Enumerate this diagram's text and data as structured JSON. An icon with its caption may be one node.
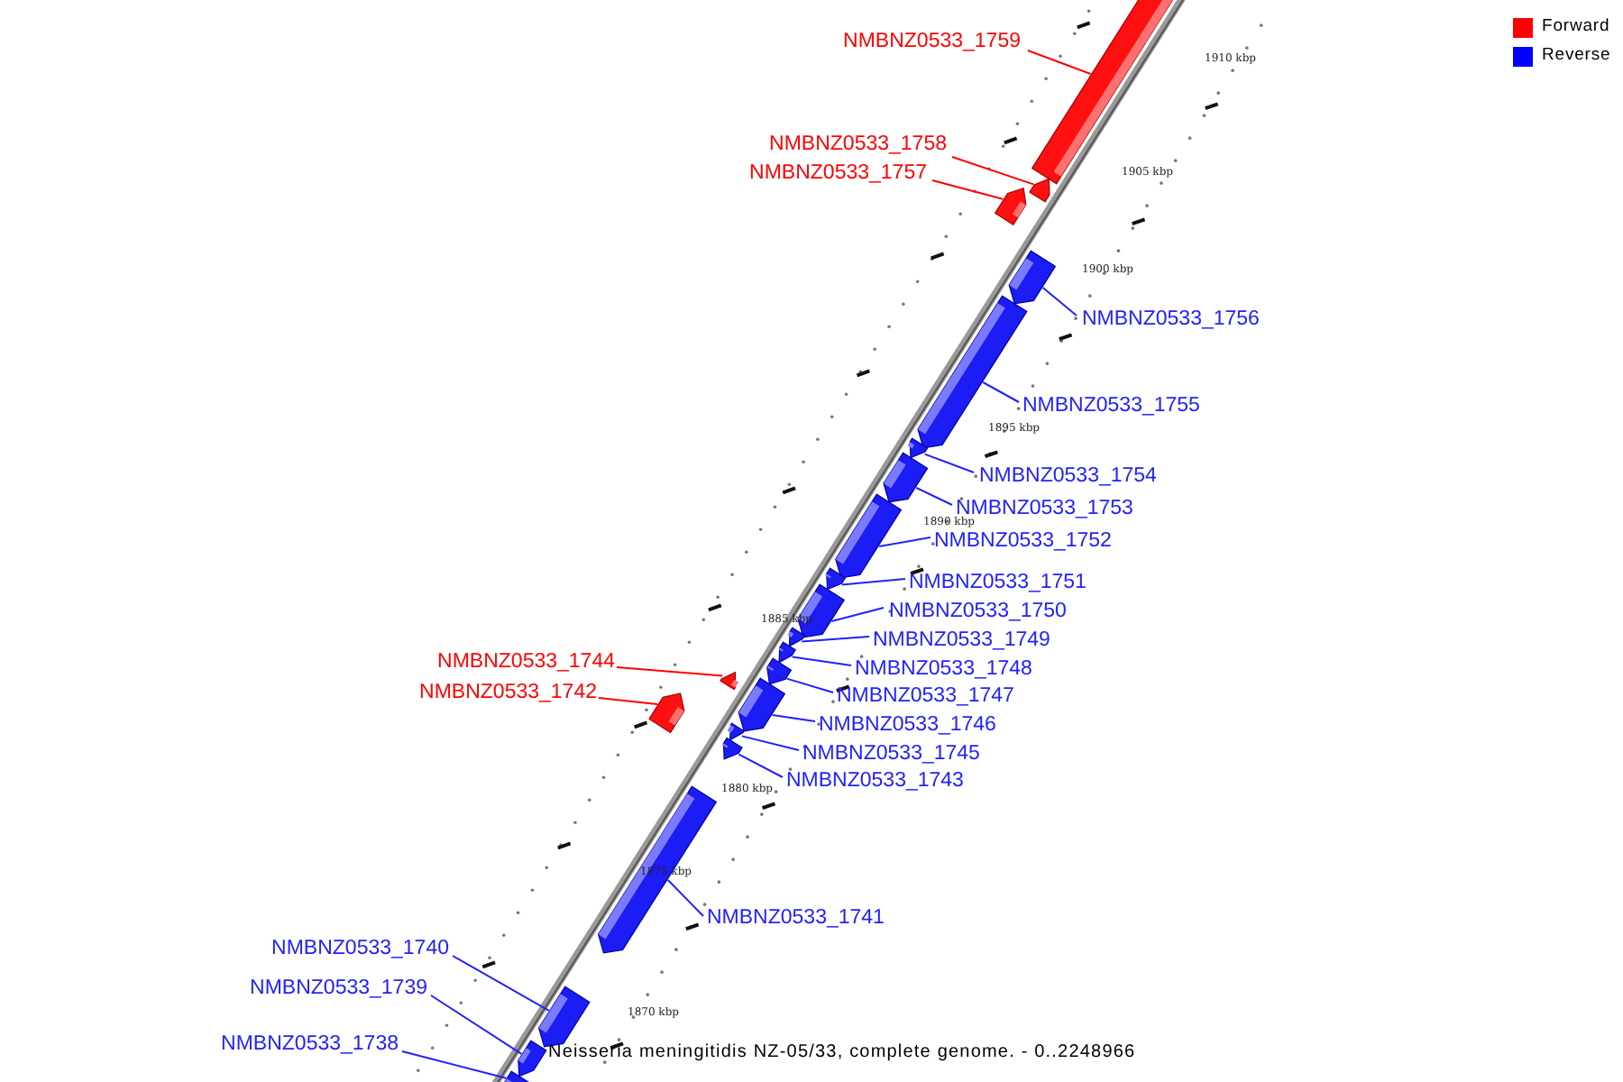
{
  "diagram": {
    "caption": "Neisseria meningitidis NZ-05/33, complete genome. - 0..2248966",
    "nodes": [
      {
        "text": [
          "NMBNZ0533_1759"
        ]
      },
      {
        "text": [
          "NMBNZ0533_1758"
        ]
      },
      {
        "text": [
          "NMBNZ0533_1757"
        ]
      },
      {
        "text": [
          "NMBNZ0533_1756"
        ]
      },
      {
        "text": [
          "NMBNZ0533_1755"
        ]
      },
      {
        "text": [
          "NMBNZ0533_1754"
        ]
      },
      {
        "text": [
          "NMBNZ0533_1753"
        ]
      },
      {
        "text": [
          "NMBNZ0533_1752"
        ]
      },
      {
        "text": [
          "NMBNZ0533_1751"
        ]
      },
      {
        "text": [
          "NMBNZ0533_1750"
        ]
      },
      {
        "text": [
          "NMBNZ0533_1749"
        ]
      },
      {
        "text": [
          "NMBNZ0533_1744"
        ]
      },
      {
        "text": [
          "NMBNZ0533_1748"
        ]
      },
      {
        "text": [
          "NMBNZ0533_1742"
        ]
      },
      {
        "text": [
          "NMBNZ0533_1747"
        ]
      },
      {
        "text": [
          "NMBNZ0533_1746"
        ]
      },
      {
        "text": [
          "NMBNZ0533_1745"
        ]
      },
      {
        "text": [
          "NMBNZ0533_1743"
        ]
      },
      {
        "text": [
          "NMBNZ0533_1741"
        ]
      },
      {
        "text": [
          "NMBNZ0533_1740"
        ]
      },
      {
        "text": [
          "NMBNZ0533_1739"
        ]
      },
      {
        "text": [
          "NMBNZ0533_1738"
        ]
      },
      {
        "text": [],
        "shape": "bar"
      },
      {
        "text": [],
        "shape": "bar"
      },
      {
        "text": [],
        "shape": "bar"
      },
      {
        "text": [],
        "shape": "bar"
      },
      {
        "text": [],
        "shape": "bar"
      },
      {
        "text": [],
        "shape": "bar"
      },
      {
        "text": [],
        "shape": "bar"
      },
      {
        "text": [],
        "shape": "bar"
      },
      {
        "text": [],
        "shape": "bar"
      },
      {
        "text": [],
        "shape": "bar"
      },
      {
        "text": [],
        "shape": "bar"
      },
      {
        "text": [],
        "shape": "bar"
      },
      {
        "text": [],
        "shape": "bar"
      },
      {
        "text": [],
        "shape": "bar"
      },
      {
        "text": [],
        "shape": "bar"
      },
      {
        "text": [],
        "shape": "bar"
      },
      {
        "text": [],
        "shape": "bar"
      },
      {
        "text": [],
        "shape": "bar"
      },
      {
        "text": [],
        "shape": "bar"
      },
      {
        "text": [],
        "shape": "bar"
      },
      {
        "text": [],
        "shape": "bar"
      },
      {
        "text": [],
        "shape": "bar"
      }
    ],
    "edges": [
      {
        "from": 0,
        "to": 22,
        "arrow": "none",
        "color": "#ff0000"
      },
      {
        "from": 1,
        "to": 23,
        "arrow": "none",
        "color": "#ff0000"
      },
      {
        "from": 2,
        "to": 24,
        "arrow": "none",
        "color": "#ff0000"
      },
      {
        "from": 3,
        "to": 25,
        "arrow": "none"
      },
      {
        "from": 4,
        "to": 26,
        "arrow": "none"
      },
      {
        "from": 5,
        "to": 27,
        "arrow": "none"
      },
      {
        "from": 6,
        "to": 28,
        "arrow": "none"
      },
      {
        "from": 7,
        "to": 29,
        "arrow": "none"
      },
      {
        "from": 8,
        "to": 30,
        "arrow": "none"
      },
      {
        "from": 9,
        "to": 31,
        "arrow": "none"
      },
      {
        "from": 10,
        "to": 32,
        "arrow": "none"
      },
      {
        "from": 11,
        "to": 33,
        "arrow": "none",
        "color": "#ff0000"
      },
      {
        "from": 12,
        "to": 34,
        "arrow": "none"
      },
      {
        "from": 13,
        "to": 35,
        "arrow": "none",
        "color": "#ff0000"
      },
      {
        "from": 14,
        "to": 36,
        "arrow": "none"
      },
      {
        "from": 15,
        "to": 37,
        "arrow": "none"
      },
      {
        "from": 16,
        "to": 38,
        "arrow": "none"
      },
      {
        "from": 17,
        "to": 39,
        "arrow": "none"
      },
      {
        "from": 18,
        "to": 40,
        "arrow": "none"
      },
      {
        "from": 19,
        "to": 41,
        "arrow": "none"
      },
      {
        "from": 20,
        "to": 42,
        "arrow": "none"
      },
      {
        "from": 21,
        "to": 43,
        "arrow": "none"
      }
    ],
    "labels": [
      "1910 kbp",
      "1905 kbp",
      "1900 kbp",
      "1895 kbp",
      "1890 kbp",
      "1885 kbp",
      "1880 kbp",
      "1875 kbp",
      "1870 kbp"
    ],
    "legend": [
      {
        "text": "Forward",
        "color": "#ff0000"
      },
      {
        "text": "Reverse",
        "color": "#0000ff"
      }
    ]
  }
}
